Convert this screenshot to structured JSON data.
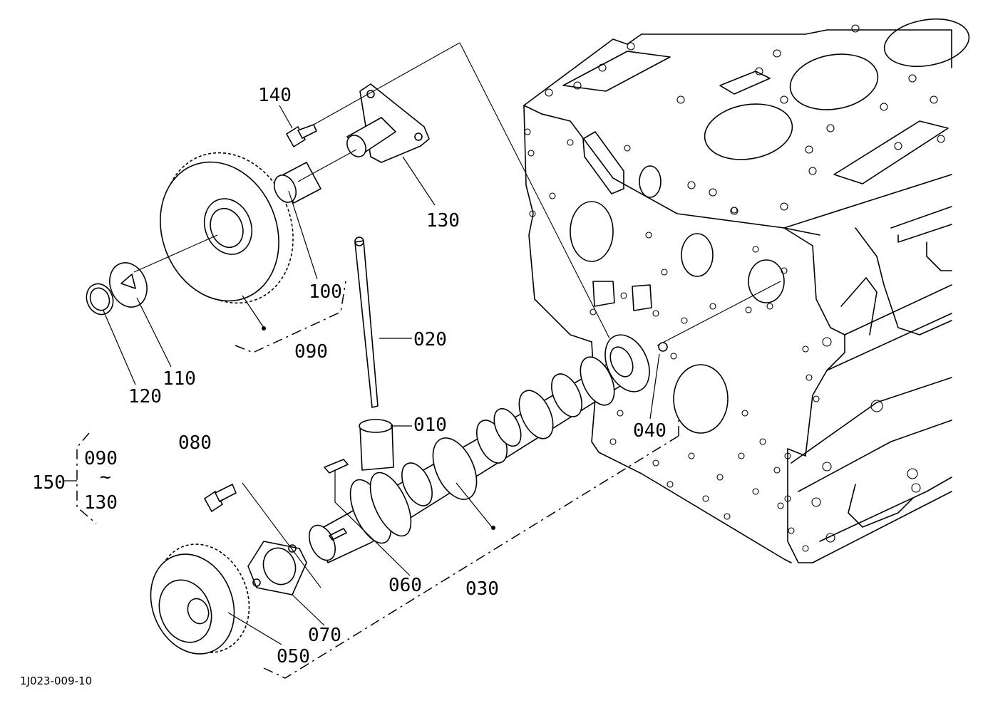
{
  "drawing_code": "1J023-009-10",
  "labels": {
    "p010": "010",
    "p020": "020",
    "p030": "030",
    "p040": "040",
    "p050": "050",
    "p060": "060",
    "p070": "070",
    "p080": "080",
    "p090": "090",
    "p100": "100",
    "p110": "110",
    "p120": "120",
    "p130": "130",
    "p140": "140",
    "p150": "150"
  },
  "group_150": {
    "from": "090",
    "tilde": "~",
    "to": "130"
  }
}
